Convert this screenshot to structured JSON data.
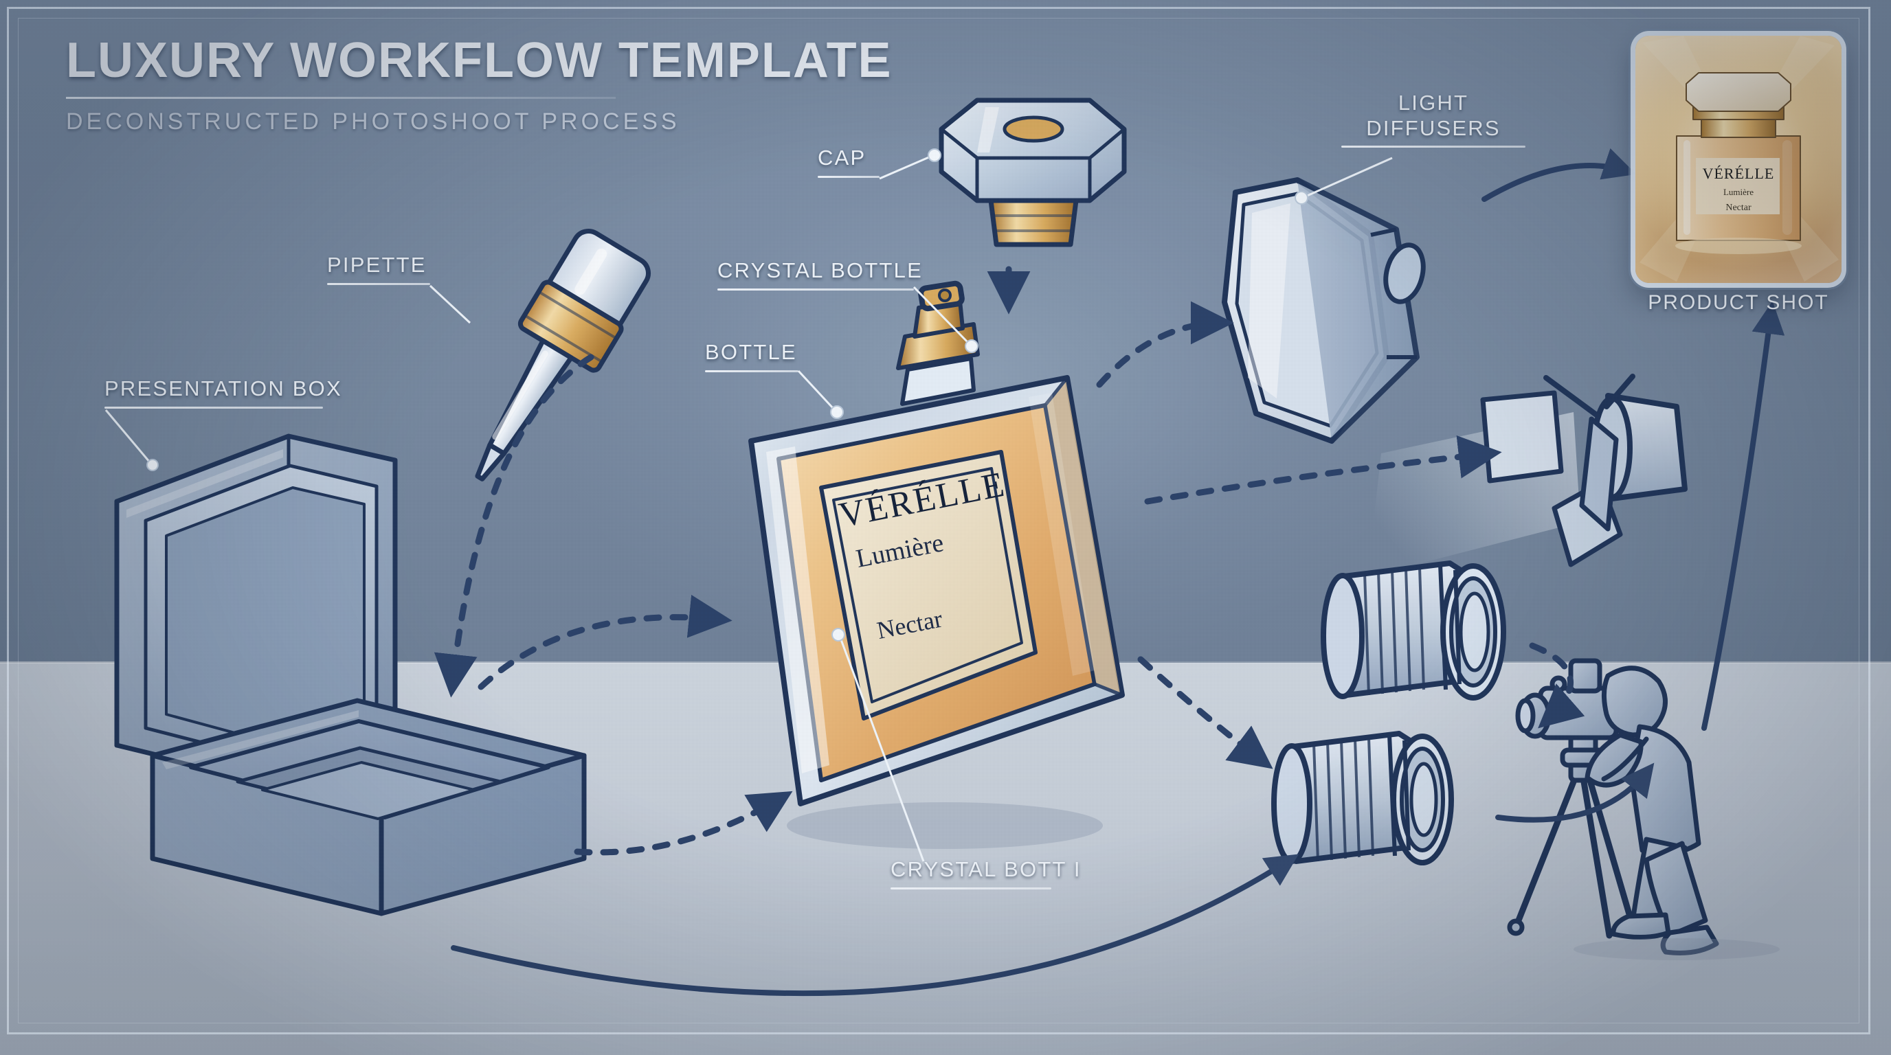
{
  "header": {
    "title": "LUXURY WORKFLOW TEMPLATE",
    "subtitle": "DECONSTRUCTED PHOTOSHOOT PROCESS"
  },
  "colors": {
    "ink": "#1f3459",
    "wall_top": "#7c8ea6",
    "wall_bottom": "#68798f",
    "floor": "#c7cfda",
    "label_text": "#eef3f9",
    "gold": "#d8a960",
    "gold_light": "#f0d29a",
    "liquid": "#e8b87a"
  },
  "callouts": [
    {
      "id": "presentation-box",
      "text": "PRESENTATION BOX"
    },
    {
      "id": "pipette",
      "text": "PIPETTE"
    },
    {
      "id": "cap",
      "text": "CAP"
    },
    {
      "id": "crystal-bottle",
      "text": "CRYSTAL BOTTLE"
    },
    {
      "id": "bottle",
      "text": "BOTTLE"
    },
    {
      "id": "light-diffusers",
      "line1": "LIGHT",
      "line2": "DIFFUSERS"
    },
    {
      "id": "crystal-bottle-bottom",
      "text": "CRYSTAL BOTT I"
    }
  ],
  "product_shot": {
    "caption": "PRODUCT SHOT",
    "brand": "VÉRÉLLE",
    "line2": "Lumière",
    "line3": "Nectar"
  },
  "bottle_label": {
    "brand": "VÉRÉLLE",
    "line2": "Lumière",
    "line3": "Nectar"
  },
  "scene_objects": [
    {
      "name": "presentation-box",
      "label": "Presentation box, open, velvet insert"
    },
    {
      "name": "pipette",
      "label": "Glass pipette dropper with gold collar"
    },
    {
      "name": "crystal-cap",
      "label": "Faceted crystal cap"
    },
    {
      "name": "perfume-bottle",
      "label": "Crystal perfume bottle with gold atomizer"
    },
    {
      "name": "softbox-diffuser",
      "label": "Octagonal softbox light diffuser"
    },
    {
      "name": "studio-light",
      "label": "Barndoor studio light"
    },
    {
      "name": "camera-lens-upper",
      "label": "Camera lens"
    },
    {
      "name": "camera-lens-lower",
      "label": "Camera lens"
    },
    {
      "name": "photographer",
      "label": "Photographer with camera on tripod"
    }
  ]
}
